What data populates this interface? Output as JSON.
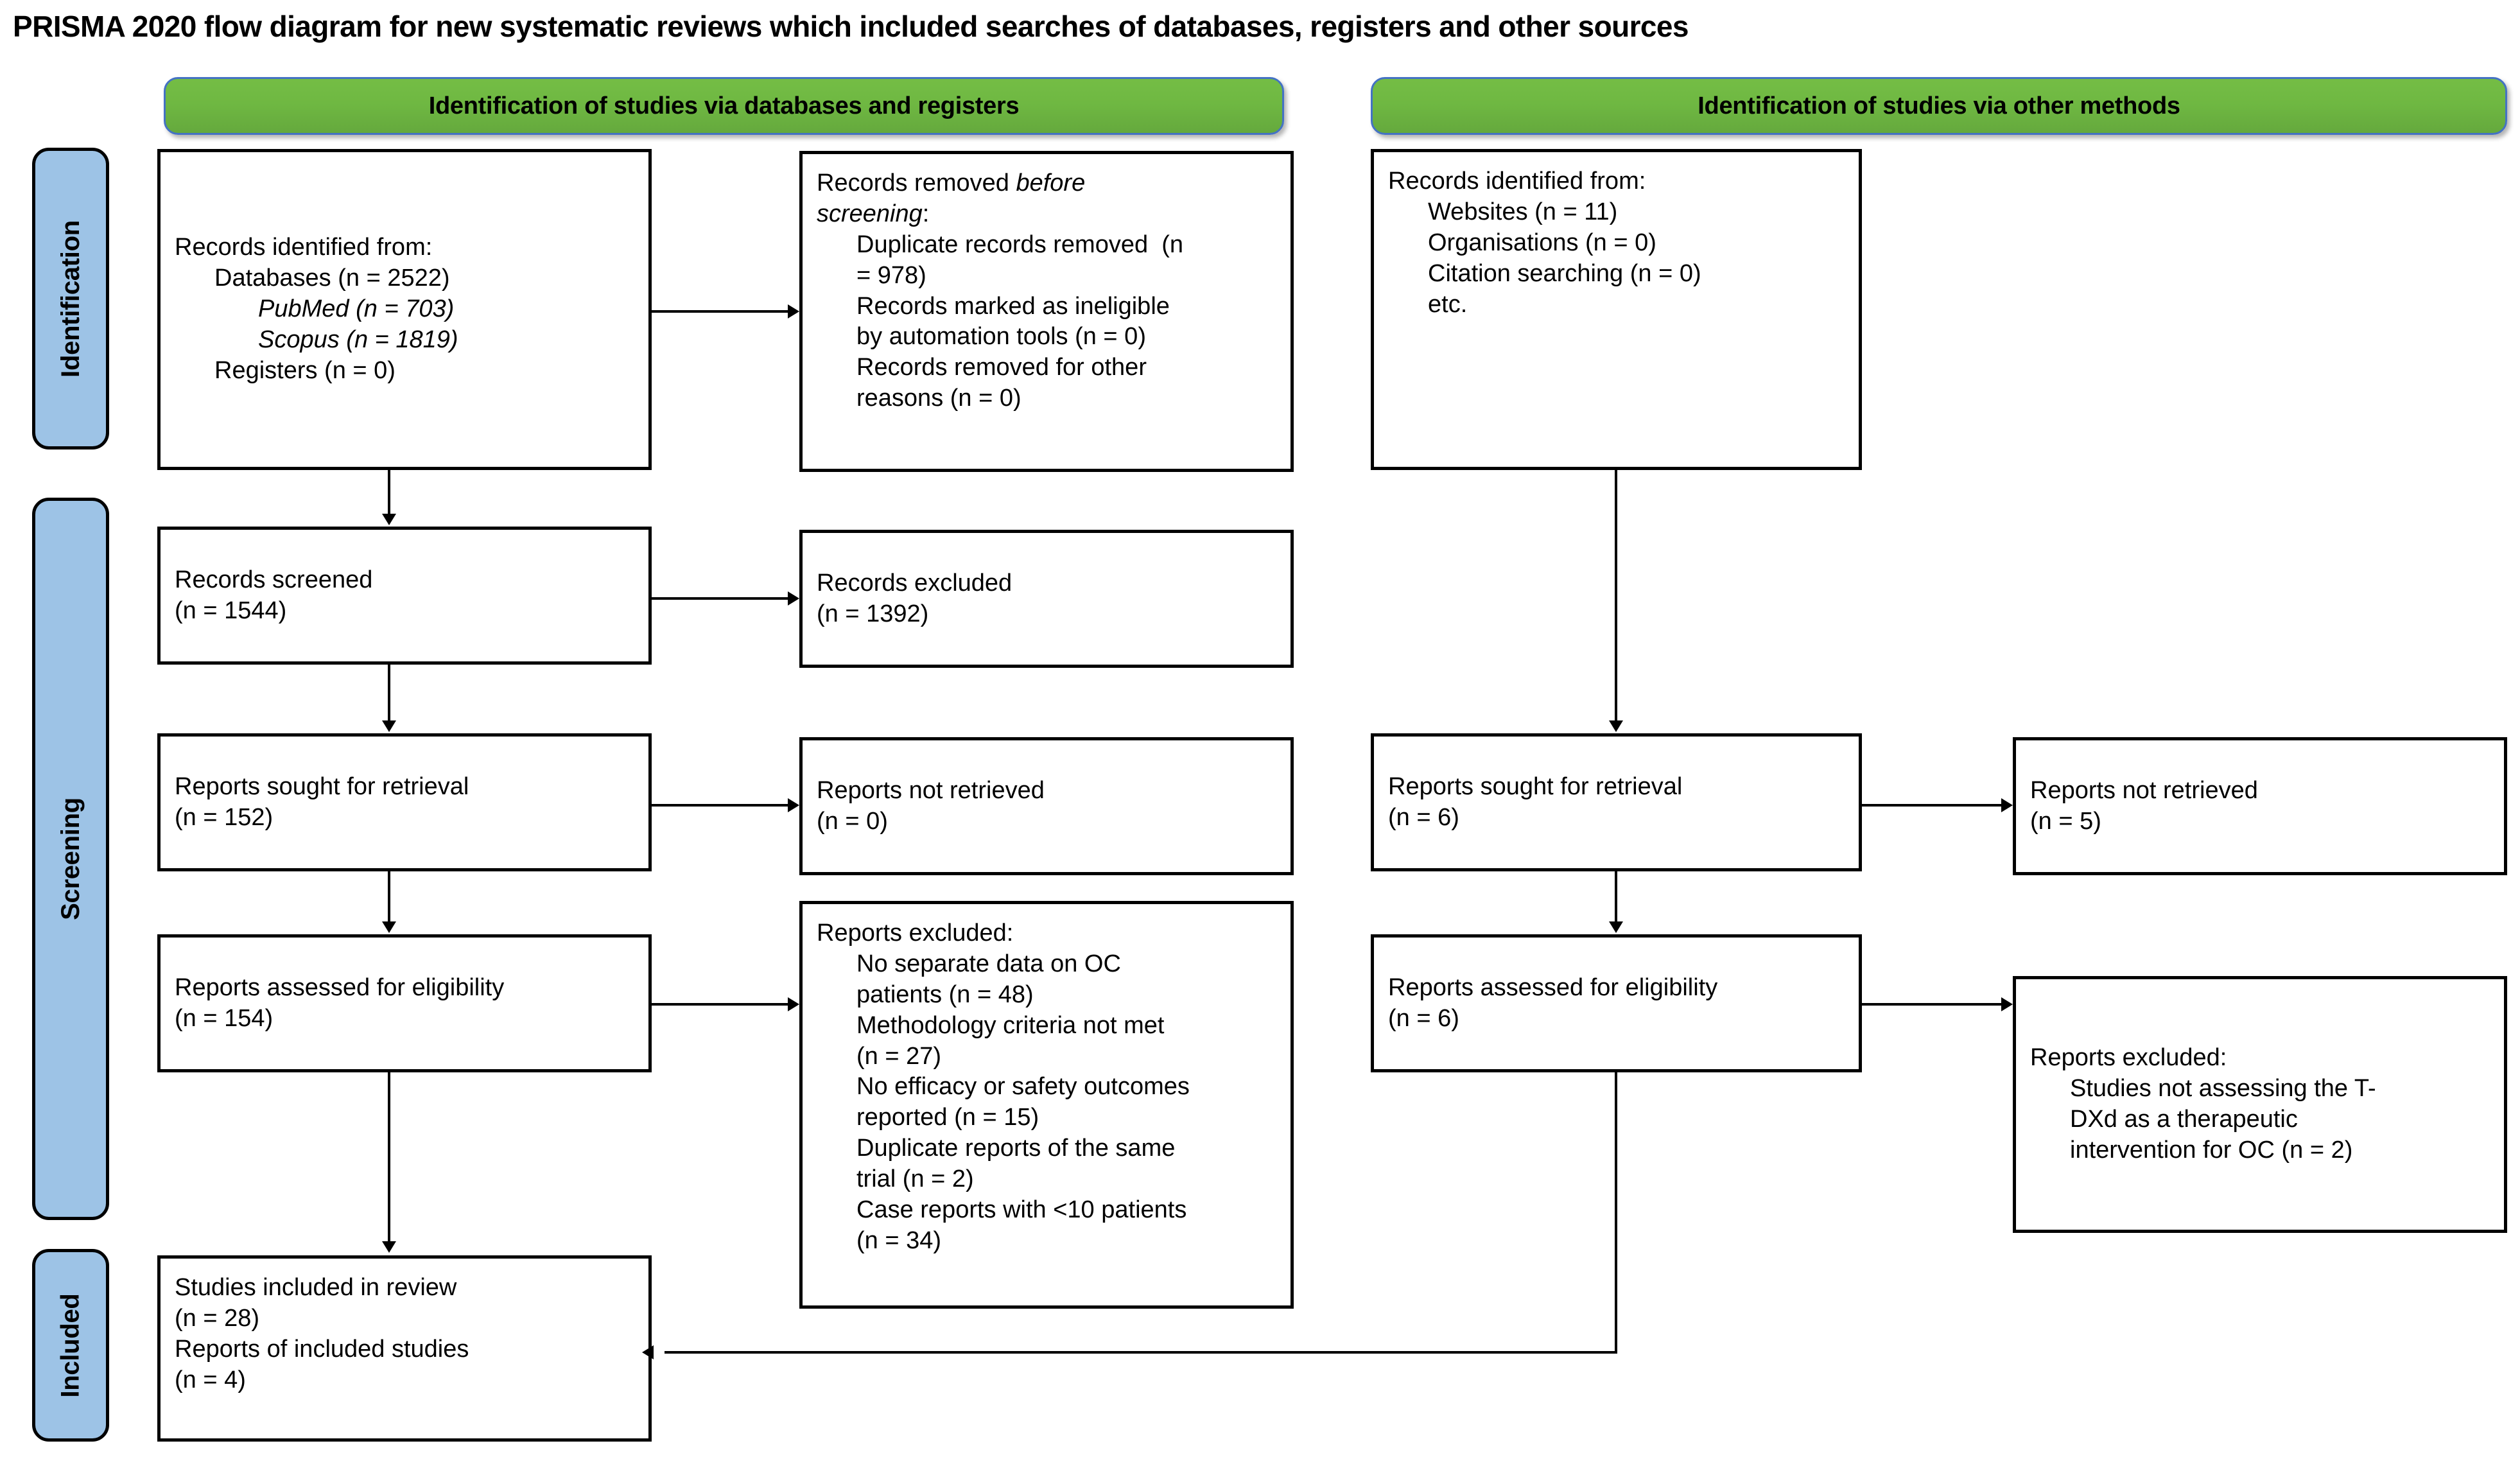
{
  "title": "PRISMA 2020 flow diagram for new systematic reviews which included searches of databases, registers and other sources",
  "colors": {
    "stage_label_fill": "#9DC3E6",
    "column_header_fill": "#6FB842",
    "column_header_border": "#4472C4",
    "box_border": "#000000",
    "background": "#FFFFFF"
  },
  "stages": [
    {
      "label": "Identification"
    },
    {
      "label": "Screening"
    },
    {
      "label": "Included"
    }
  ],
  "columns": {
    "databases": {
      "header": "Identification of studies via databases and registers"
    },
    "other": {
      "header": "Identification of studies via other methods"
    }
  },
  "boxes": {
    "records_identified": {
      "lines": [
        {
          "text": "Records identified from:",
          "indent": 0,
          "italic": false
        },
        {
          "text": "Databases (n = 2522)",
          "indent": 1,
          "italic": false
        },
        {
          "text": "PubMed (n = 703)",
          "indent": 2,
          "italic": true
        },
        {
          "text": "Scopus (n = 1819)",
          "indent": 2,
          "italic": true
        },
        {
          "text": "Registers (n = 0)",
          "indent": 1,
          "italic": false
        }
      ]
    },
    "records_removed": {
      "lines": [
        {
          "text": "Records removed ",
          "indent": 0,
          "italic": false,
          "trail_italic": "before"
        },
        {
          "text": "screening",
          "indent": 0,
          "italic": true,
          "trail": ":"
        },
        {
          "text": "Duplicate records removed  (n",
          "indent": 1,
          "italic": false
        },
        {
          "text": "= 978)",
          "indent": 1,
          "italic": false
        },
        {
          "text": "Records marked as ineligible",
          "indent": 1,
          "italic": false
        },
        {
          "text": "by automation tools (n = 0)",
          "indent": 1,
          "italic": false
        },
        {
          "text": "Records removed for other",
          "indent": 1,
          "italic": false
        },
        {
          "text": "reasons (n = 0)",
          "indent": 1,
          "italic": false
        }
      ]
    },
    "records_screened": {
      "lines": [
        {
          "text": "Records screened",
          "indent": 0,
          "italic": false
        },
        {
          "text": "(n = 1544)",
          "indent": 0,
          "italic": false
        }
      ]
    },
    "records_excluded": {
      "lines": [
        {
          "text": "Records excluded",
          "indent": 0,
          "italic": false
        },
        {
          "text": "(n = 1392)",
          "indent": 0,
          "italic": false
        }
      ]
    },
    "reports_sought_left": {
      "lines": [
        {
          "text": "Reports sought for retrieval",
          "indent": 0,
          "italic": false
        },
        {
          "text": "(n = 152)",
          "indent": 0,
          "italic": false
        }
      ]
    },
    "reports_not_retrieved_left": {
      "lines": [
        {
          "text": "Reports not retrieved",
          "indent": 0,
          "italic": false
        },
        {
          "text": "(n = 0)",
          "indent": 0,
          "italic": false
        }
      ]
    },
    "reports_assessed_left": {
      "lines": [
        {
          "text": "Reports assessed for eligibility",
          "indent": 0,
          "italic": false
        },
        {
          "text": "(n = 154)",
          "indent": 0,
          "italic": false
        }
      ]
    },
    "reports_excluded_left": {
      "lines": [
        {
          "text": "Reports excluded:",
          "indent": 0,
          "italic": false
        },
        {
          "text": "No separate data on OC",
          "indent": 1,
          "italic": false
        },
        {
          "text": "patients (n = 48)",
          "indent": 1,
          "italic": false
        },
        {
          "text": "Methodology criteria not met",
          "indent": 1,
          "italic": false
        },
        {
          "text": "(n = 27)",
          "indent": 1,
          "italic": false
        },
        {
          "text": "No efficacy or safety outcomes",
          "indent": 1,
          "italic": false
        },
        {
          "text": "reported (n = 15)",
          "indent": 1,
          "italic": false
        },
        {
          "text": "Duplicate reports of the same",
          "indent": 1,
          "italic": false
        },
        {
          "text": "trial (n = 2)",
          "indent": 1,
          "italic": false
        },
        {
          "text": "Case reports with <10 patients",
          "indent": 1,
          "italic": false
        },
        {
          "text": "(n = 34)",
          "indent": 1,
          "italic": false
        }
      ]
    },
    "studies_included": {
      "lines": [
        {
          "text": "Studies included in review",
          "indent": 0,
          "italic": false
        },
        {
          "text": "(n = 28)",
          "indent": 0,
          "italic": false
        },
        {
          "text": "Reports of included studies",
          "indent": 0,
          "italic": false
        },
        {
          "text": "(n = 4)",
          "indent": 0,
          "italic": false
        }
      ]
    },
    "records_identified_other": {
      "lines": [
        {
          "text": "Records identified from:",
          "indent": 0,
          "italic": false
        },
        {
          "text": "Websites (n = 11)",
          "indent": 1,
          "italic": false
        },
        {
          "text": "Organisations (n = 0)",
          "indent": 1,
          "italic": false
        },
        {
          "text": "Citation searching (n = 0)",
          "indent": 1,
          "italic": false
        },
        {
          "text": "etc.",
          "indent": 1,
          "italic": false
        }
      ]
    },
    "reports_sought_right": {
      "lines": [
        {
          "text": "Reports sought for retrieval",
          "indent": 0,
          "italic": false
        },
        {
          "text": "(n = 6)",
          "indent": 0,
          "italic": false
        }
      ]
    },
    "reports_not_retrieved_right": {
      "lines": [
        {
          "text": "Reports not retrieved",
          "indent": 0,
          "italic": false
        },
        {
          "text": "(n = 5)",
          "indent": 0,
          "italic": false
        }
      ]
    },
    "reports_assessed_right": {
      "lines": [
        {
          "text": "Reports assessed for eligibility",
          "indent": 0,
          "italic": false
        },
        {
          "text": "(n = 6)",
          "indent": 0,
          "italic": false
        }
      ]
    },
    "reports_excluded_right": {
      "lines": [
        {
          "text": "Reports excluded:",
          "indent": 0,
          "italic": false
        },
        {
          "text": "Studies not assessing the T-",
          "indent": 1,
          "italic": false
        },
        {
          "text": "DXd as a therapeutic",
          "indent": 1,
          "italic": false
        },
        {
          "text": "intervention for OC (n = 2)",
          "indent": 1,
          "italic": false
        }
      ]
    }
  }
}
